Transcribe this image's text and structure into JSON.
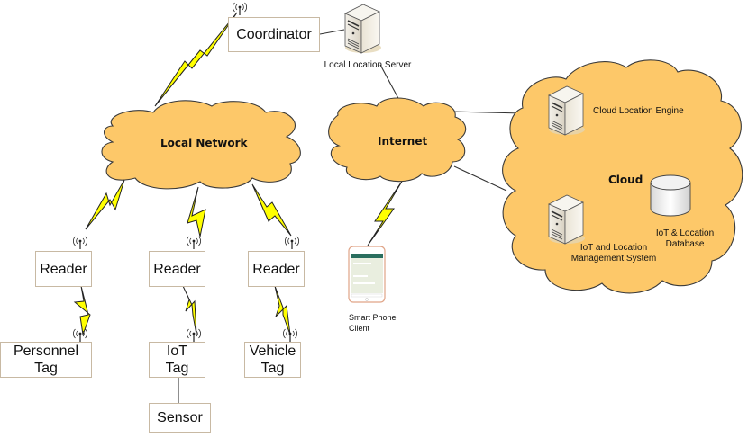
{
  "diagram": {
    "colors": {
      "cloud_fill": "#fdc869",
      "cloud_stroke": "#3a3a3a",
      "lightning_fill": "#ffff00",
      "box_border": "#c8b9a3",
      "line": "#333333"
    },
    "clouds": {
      "local_network": "Local Network",
      "internet": "Internet",
      "cloud": "Cloud"
    },
    "nodes": {
      "coordinator": "Coordinator",
      "local_location_server": "Local Location Server",
      "cloud_location_engine": "Cloud Location Engine",
      "iot_location_mgmt": "IoT and Location\nManagement System",
      "iot_location_db": "IoT & Location\nDatabase",
      "smart_phone_client": "Smart Phone\nClient",
      "readers": [
        "Reader",
        "Reader",
        "Reader"
      ],
      "tags": [
        "Personnel\nTag",
        "IoT\nTag",
        "Vehicle\nTag"
      ],
      "sensor": "Sensor"
    },
    "icons": {
      "server": "server-tower-icon",
      "database": "database-cylinder-icon",
      "antenna": "antenna-icon",
      "wireless_link": "lightning-bolt-icon",
      "phone": "smartphone-icon"
    }
  }
}
